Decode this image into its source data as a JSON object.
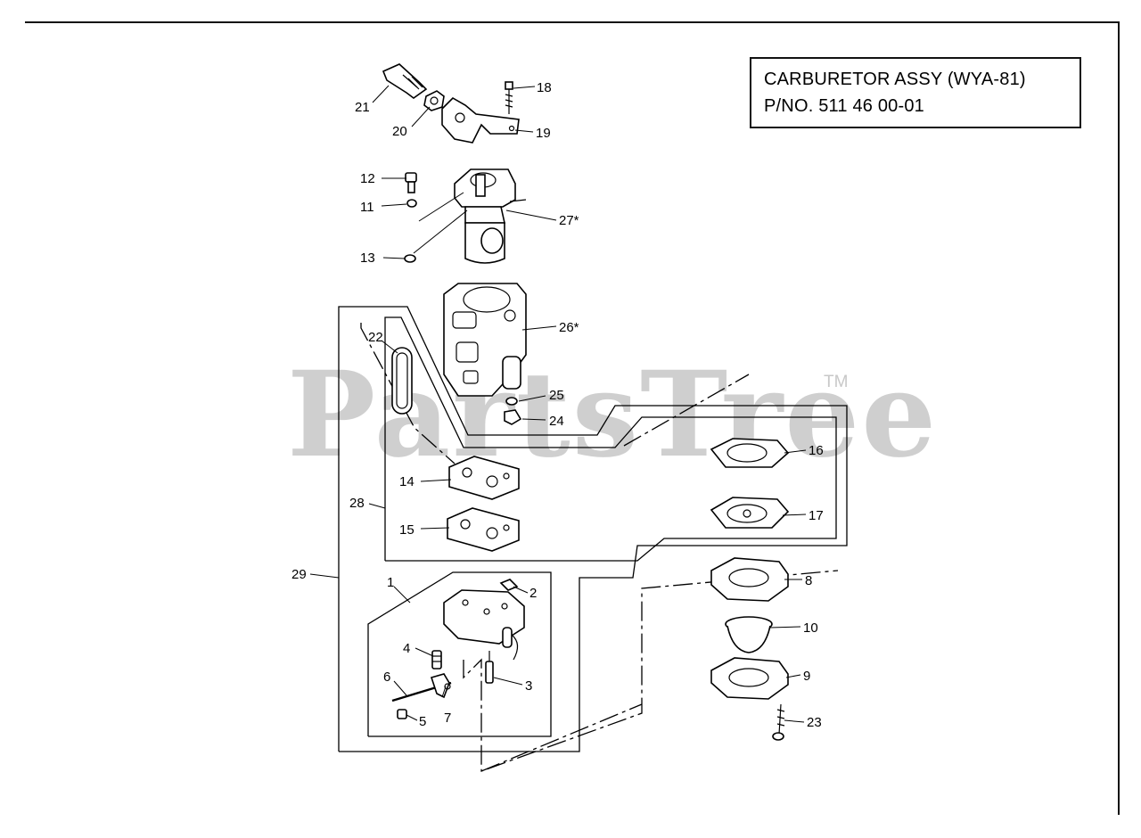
{
  "title": {
    "line1": "CARBURETOR ASSY (WYA-81)",
    "line2": "P/NO. 511 46 00-01"
  },
  "watermark": {
    "text": "PartsTree",
    "trademark": "TM"
  },
  "callouts": [
    {
      "id": "1",
      "label": "1"
    },
    {
      "id": "2",
      "label": "2"
    },
    {
      "id": "3",
      "label": "3"
    },
    {
      "id": "4",
      "label": "4"
    },
    {
      "id": "5",
      "label": "5"
    },
    {
      "id": "6",
      "label": "6"
    },
    {
      "id": "7",
      "label": "7"
    },
    {
      "id": "8",
      "label": "8"
    },
    {
      "id": "9",
      "label": "9"
    },
    {
      "id": "10",
      "label": "10"
    },
    {
      "id": "11",
      "label": "11"
    },
    {
      "id": "12",
      "label": "12"
    },
    {
      "id": "13",
      "label": "13"
    },
    {
      "id": "14",
      "label": "14"
    },
    {
      "id": "15",
      "label": "15"
    },
    {
      "id": "16",
      "label": "16"
    },
    {
      "id": "17",
      "label": "17"
    },
    {
      "id": "18",
      "label": "18"
    },
    {
      "id": "19",
      "label": "19"
    },
    {
      "id": "20",
      "label": "20"
    },
    {
      "id": "21",
      "label": "21"
    },
    {
      "id": "22",
      "label": "22"
    },
    {
      "id": "23",
      "label": "23"
    },
    {
      "id": "24",
      "label": "24"
    },
    {
      "id": "25",
      "label": "25"
    },
    {
      "id": "26",
      "label": "26*"
    },
    {
      "id": "27",
      "label": "27*"
    },
    {
      "id": "28",
      "label": "28"
    },
    {
      "id": "29",
      "label": "29"
    }
  ]
}
